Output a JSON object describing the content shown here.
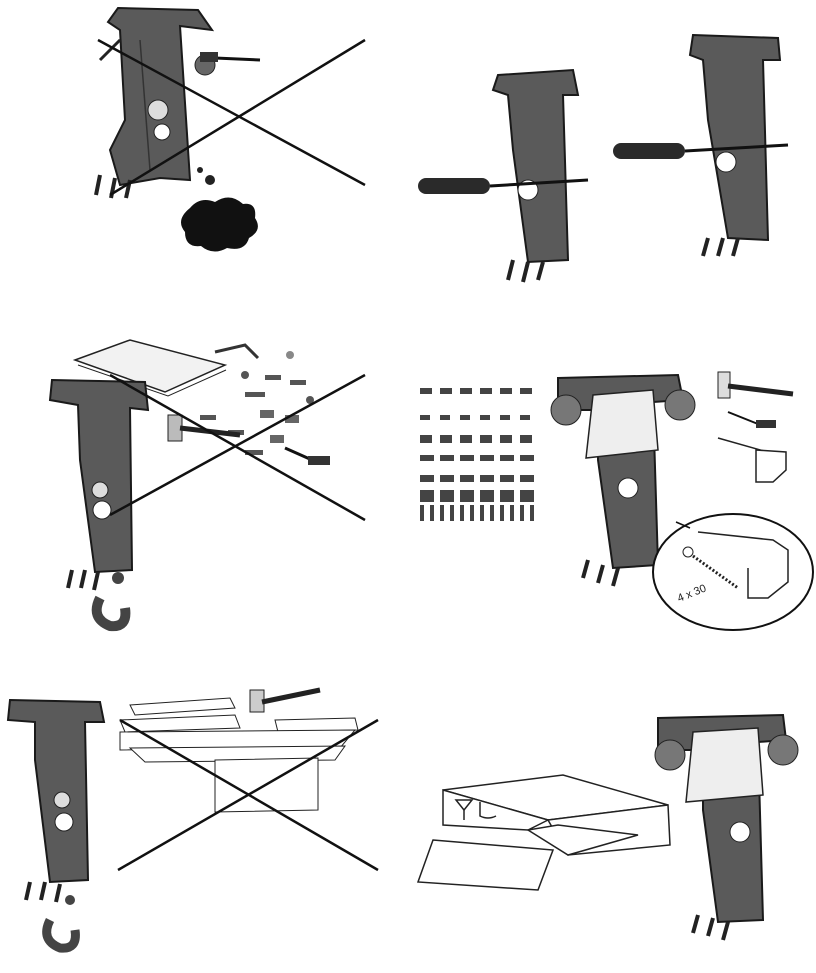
{
  "page": {
    "panels": [
      {
        "id": "p1",
        "subject": "tree-character-with-screwdriver",
        "status": "wrong"
      },
      {
        "id": "p2",
        "subject": "tree-characters-holding-screwdrivers",
        "status": "correct"
      },
      {
        "id": "p3",
        "subject": "parts-scattered-on-sheet",
        "status": "wrong"
      },
      {
        "id": "p4",
        "subject": "parts-sorted-reading-manual",
        "status": "correct"
      },
      {
        "id": "p5",
        "subject": "panels-stacked-with-hammer",
        "status": "wrong"
      },
      {
        "id": "p6",
        "subject": "box-opened-reading-manual",
        "status": "correct"
      }
    ],
    "callout": {
      "quantity_label": "4 x 30"
    },
    "colors": {
      "ink": "#1a1a1a",
      "tree": "#5a5a5a",
      "tree_dark": "#3d3d3d",
      "paper": "#eeeeee",
      "cross": "#111111"
    }
  }
}
